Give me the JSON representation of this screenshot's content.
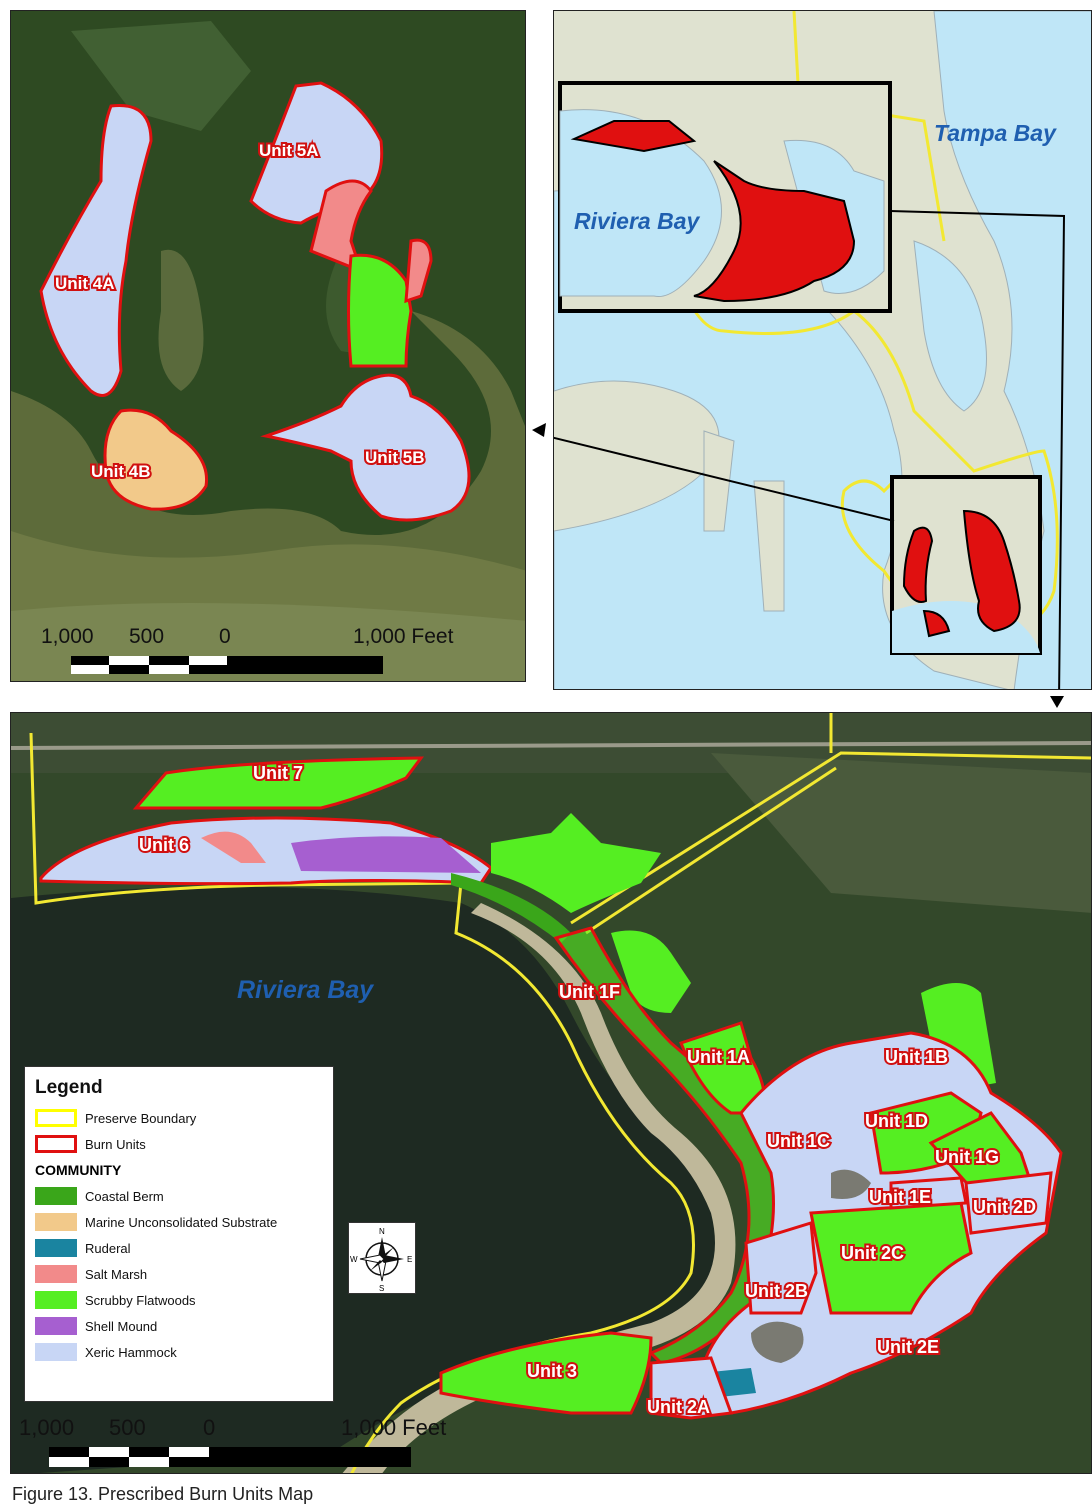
{
  "inset_map": {
    "units": [
      "Unit 5A",
      "Unit 4A",
      "Unit 4B",
      "Unit 5B"
    ],
    "scale": {
      "labels": [
        "1,000",
        "500",
        "0",
        "1,000 Feet"
      ]
    }
  },
  "overview_map": {
    "water_labels": [
      "Tampa Bay",
      "Riviera Bay"
    ]
  },
  "main_map": {
    "water_label": "Riviera Bay",
    "units": [
      "Unit 7",
      "Unit 6",
      "Unit 1F",
      "Unit 1A",
      "Unit 1B",
      "Unit 1D",
      "Unit 1C",
      "Unit 1G",
      "Unit 1E",
      "Unit 2D",
      "Unit 2C",
      "Unit 2B",
      "Unit 2E",
      "Unit 3",
      "Unit 2A"
    ],
    "scale": {
      "labels": [
        "1,000",
        "500",
        "0",
        "1,000 Feet"
      ]
    }
  },
  "legend": {
    "title": "Legend",
    "boundary_items": [
      {
        "label": "Preserve Boundary",
        "color": "#ffff00"
      },
      {
        "label": "Burn Units",
        "color": "#e01010"
      }
    ],
    "community_header": "COMMUNITY",
    "community_items": [
      {
        "label": "Coastal Berm",
        "color": "#3aa61a"
      },
      {
        "label": "Marine Unconsolidated Substrate",
        "color": "#f2c98a"
      },
      {
        "label": "Ruderal",
        "color": "#1a84a0"
      },
      {
        "label": "Salt Marsh",
        "color": "#f28a8a"
      },
      {
        "label": "Scrubby Flatwoods",
        "color": "#55ee22"
      },
      {
        "label": "Shell Mound",
        "color": "#a65fd0"
      },
      {
        "label": "Xeric Hammock",
        "color": "#c8d6f5"
      }
    ]
  },
  "compass_letters": [
    "N",
    "E",
    "S",
    "W"
  ],
  "caption": "Figure 13. Prescribed Burn Units Map"
}
